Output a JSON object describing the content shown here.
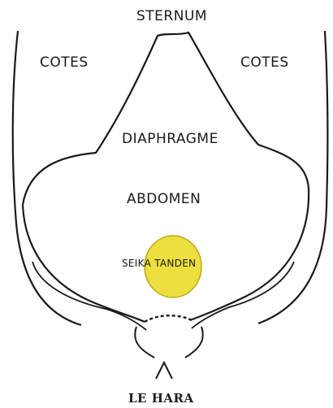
{
  "labels": {
    "sternum": "STERNUM",
    "cotes_left": "COTES",
    "cotes_right": "COTES",
    "diaphragme": "DIAPHRAGME",
    "abdomen": "ABDOMEN",
    "seika_tanden": "SEIKA TANDEN",
    "le_hara": "LE HARA"
  },
  "colors": {
    "outline": "#1a1a1a",
    "tanden_fill": "#ecdf3e",
    "tanden_stroke": "#b8a916"
  }
}
